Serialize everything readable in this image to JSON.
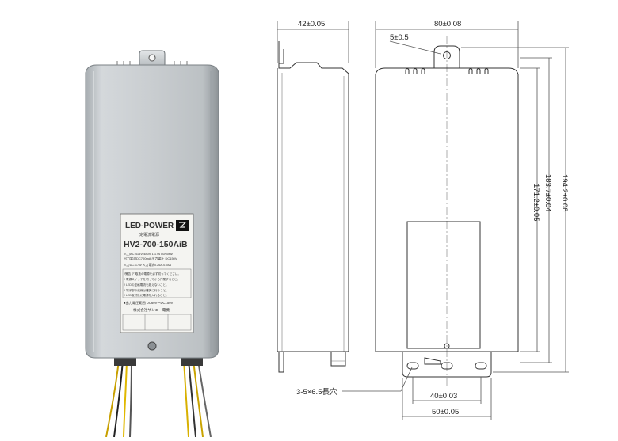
{
  "photo": {
    "brand": "LED-POWER",
    "subtitle": "定電流電源",
    "model": "HV2-700-150AiB",
    "spec_line_1": "入力AC 415V-480V 1.17A 50/60Hz",
    "spec_line_2": "出力電流DC700mA 出力電圧 DC150V",
    "spec_line_3": "入力DC117W 入力電流0.26A-0.28A",
    "warnings": [
      "!警告 ア 取扱の電源を必ず切ってください。",
      "! 電源スイッチを切ってから作業すること。",
      "! LEDの定格電流を超えないこと。",
      "! 端子部の結線は確実に行うこと。",
      "! LED取付後に電源を入れること。"
    ],
    "output_range": "●出力電圧範囲 DC60V〜DC150V",
    "maker": "株式会社サンエー電機"
  },
  "dimensions": {
    "side_width": "42±0.05",
    "front_width": "80±0.08",
    "tab_offset": "5±0.5",
    "total_height": "194.2±0.08",
    "body_height_1": "183.7±0.04",
    "body_height_2": "171.2±0.05",
    "slot_label": "3-5×6.5長穴",
    "hole_pitch": "40±0.03",
    "base_width": "50±0.05"
  },
  "colors": {
    "metal_light": "#d9dcde",
    "metal_mid": "#b9bec2",
    "metal_dark": "#8f9599",
    "line": "#333333",
    "dim_line": "#555555"
  }
}
